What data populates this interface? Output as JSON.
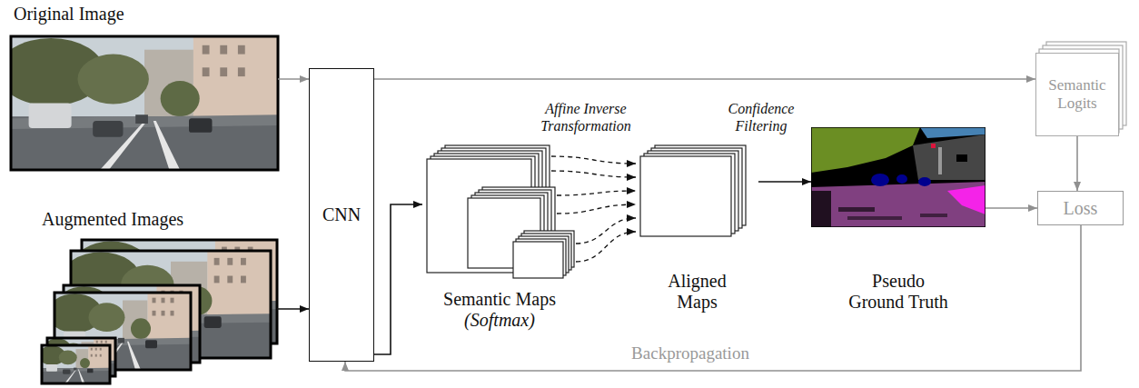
{
  "diagram": {
    "nodes": [
      {
        "text": [
          "Original Image"
        ]
      },
      {
        "text": [
          "Augmented Images"
        ]
      },
      {
        "text": [
          "CNN"
        ]
      },
      {
        "text": [
          "Semantic Maps",
          "(Softmax)"
        ]
      },
      {
        "text": [
          "Aligned Maps"
        ]
      },
      {
        "text": [
          "Pseudo Ground Truth"
        ]
      },
      {
        "text": [
          "Semantic Logits"
        ]
      },
      {
        "text": [
          "Loss"
        ]
      }
    ],
    "edges": [
      {
        "from": 0,
        "to": 2,
        "arrow": "to"
      },
      {
        "from": 1,
        "to": 2,
        "arrow": "to"
      },
      {
        "from": 2,
        "to": 3,
        "arrow": "to"
      },
      {
        "from": 3,
        "to": 4,
        "arrow": "to",
        "label": "Affine Inverse Transformation"
      },
      {
        "from": 4,
        "to": 5,
        "arrow": "to",
        "label": "Confidence Filtering"
      },
      {
        "from": 2,
        "to": 6,
        "arrow": "to"
      },
      {
        "from": 6,
        "to": 7,
        "arrow": "to"
      },
      {
        "from": 5,
        "to": 7,
        "arrow": "to"
      },
      {
        "from": 7,
        "to": 2,
        "arrow": "to",
        "label": "Backpropagation"
      }
    ]
  }
}
